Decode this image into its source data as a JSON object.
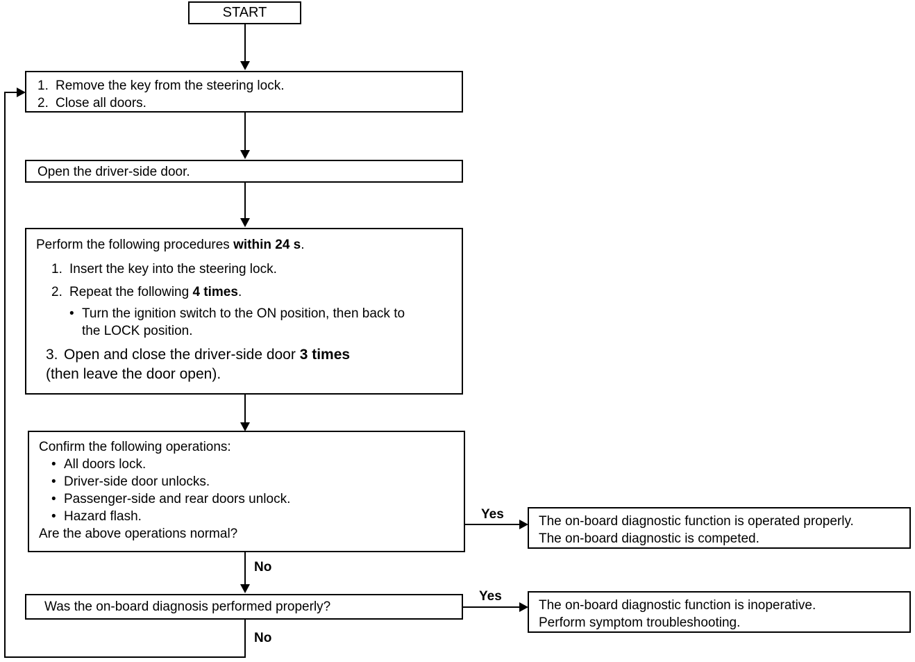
{
  "diagram": {
    "title": "On-board diagnostic function flowchart",
    "line_color": "#000000",
    "background": "#ffffff"
  },
  "nodes": {
    "start": {
      "label": "START"
    },
    "step1": {
      "items": [
        {
          "marker": "1.",
          "text": "Remove the key from the steering lock."
        },
        {
          "marker": "2.",
          "text": "Close all doors."
        }
      ]
    },
    "step2": {
      "text": "Open the driver-side door."
    },
    "step3": {
      "heading_pre": "Perform the following procedures ",
      "heading_bold": "within 24 s",
      "heading_post": ".",
      "item1_marker": "1.",
      "item1_text": "Insert the key into the steering lock.",
      "item2_marker": "2.",
      "item2_pre": "Repeat the following ",
      "item2_bold": "4 times",
      "item2_post": ".",
      "bullet_marker": "•",
      "bullet_line1": "Turn the ignition switch to the ON position, then back to",
      "bullet_line2": "the LOCK position.",
      "item3_marker": "3.",
      "item3_pre": "Open and close the driver-side door ",
      "item3_bold": "3 times",
      "item3_line2": "(then leave the door open)."
    },
    "step4": {
      "heading": "Confirm the following operations:",
      "bullet_marker": "•",
      "bullets": [
        "All doors lock.",
        "Driver-side door unlocks.",
        "Passenger-side and rear doors unlock.",
        "Hazard flash."
      ],
      "question": "Are the above operations normal?"
    },
    "step5": {
      "question": "Was the on-board diagnosis performed properly?"
    },
    "result_ok": {
      "line1": "The on-board diagnostic function is operated properly.",
      "line2": "The on-board diagnostic is competed."
    },
    "result_bad": {
      "line1": "The on-board diagnostic function is inoperative.",
      "line2": "Perform symptom troubleshooting."
    }
  },
  "branches": {
    "yes_upper": "Yes",
    "no_upper": "No",
    "yes_lower": "Yes",
    "no_lower": "No"
  }
}
